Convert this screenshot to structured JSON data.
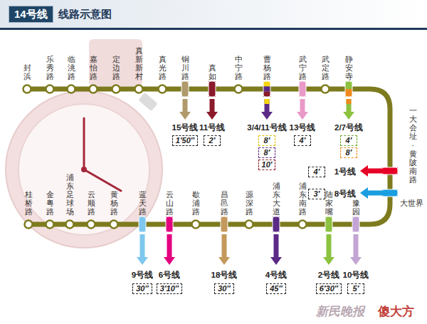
{
  "diagram": {
    "title": "线路示意图",
    "nodes": [
      {
        "text": [
          "14号线"
        ]
      },
      {
        "text": [
          "1′50″"
        ]
      },
      {
        "text": [
          "2′"
        ]
      },
      {
        "text": [
          "8′"
        ]
      },
      {
        "text": [
          "8′"
        ]
      },
      {
        "text": [
          "10′"
        ]
      },
      {
        "text": [
          "4′"
        ]
      },
      {
        "text": [
          "4′"
        ]
      },
      {
        "text": [
          "8′"
        ]
      },
      {
        "text": [
          "4′"
        ]
      },
      {
        "text": [
          "3′"
        ]
      },
      {
        "text": [
          "30″"
        ]
      },
      {
        "text": [
          "3′10″"
        ]
      },
      {
        "text": [
          "30″"
        ]
      },
      {
        "text": [
          "45″"
        ]
      },
      {
        "text": [
          "6′30″"
        ]
      },
      {
        "text": [
          "5′"
        ]
      }
    ],
    "labels": [
      "封浜",
      "乐秀路",
      "临洮路",
      "嘉怡路",
      "定边路",
      "真新新村",
      "真光路",
      "铜川路",
      "真如",
      "中宁路",
      "曹杨路",
      "武宁路",
      "武定路",
      "静安寺",
      "一大会址·黄陂南路",
      "大世界",
      "桂桥路",
      "金粤路",
      "浦东足球场",
      "云顺路",
      "黄杨路",
      "蓝天路",
      "云山路",
      "歇浦路",
      "昌邑路",
      "源深路",
      "浦东大道",
      "浦东南路",
      "陆家嘴",
      "豫园",
      "15号线",
      "11号线",
      "3/4/11号线",
      "13号线",
      "2/7号线",
      "1号线",
      "8号线",
      "9号线",
      "6号线",
      "18号线",
      "4号线",
      "2号线",
      "10号线",
      "新民晚报",
      "傻大方"
    ]
  }
}
